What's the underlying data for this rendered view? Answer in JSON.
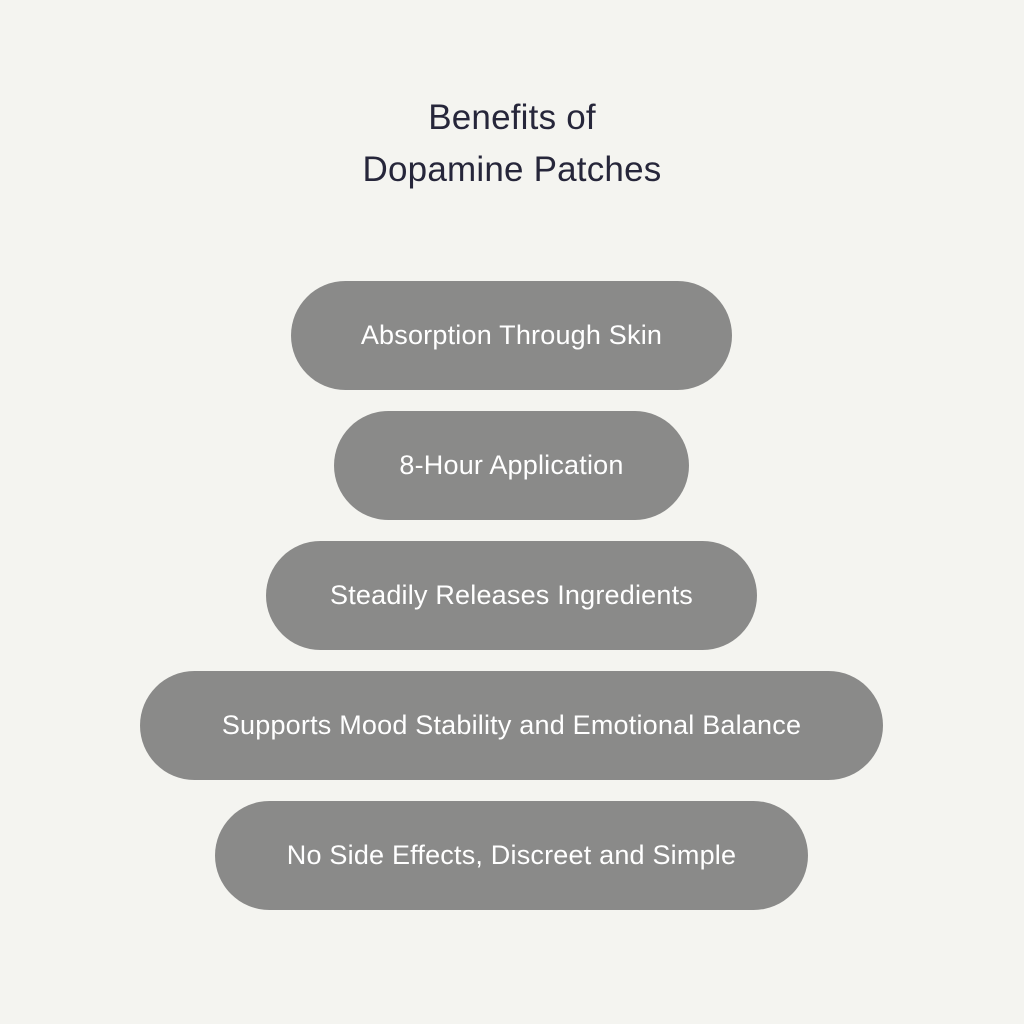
{
  "title": {
    "line1": "Benefits of",
    "line2": "Dopamine Patches"
  },
  "colors": {
    "background": "#f4f4f0",
    "pill": "#8a8a89",
    "pill_text": "#ffffff",
    "title_text": "#26263a"
  },
  "benefits": [
    {
      "label": "Absorption Through Skin"
    },
    {
      "label": "8-Hour Application"
    },
    {
      "label": "Steadily Releases Ingredients"
    },
    {
      "label": "Supports Mood Stability and Emotional Balance"
    },
    {
      "label": "No Side Effects, Discreet and Simple"
    }
  ]
}
